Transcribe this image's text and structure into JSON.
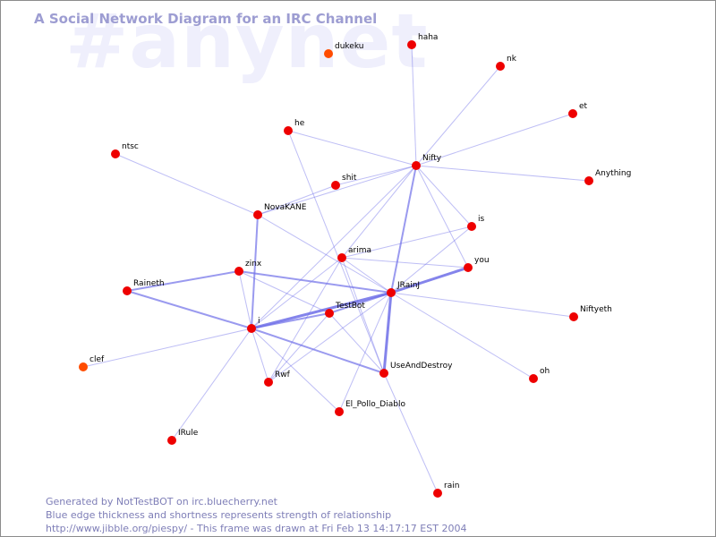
{
  "watermark": "#anynet",
  "title": "A Social Network Diagram for an IRC Channel",
  "footer": {
    "line1": "Generated by NotTestBOT on irc.bluecherry.net",
    "line2": "Blue edge thickness and shortness represents strength of relationship",
    "line3": "http://www.jibble.org/piespy/ - This frame was drawn at Fri Feb 13 14:17:17 EST 2004"
  },
  "colors": {
    "node": "#ee0000",
    "node_highlight": "#ff4c00",
    "edge": "#6f6fe8",
    "title": "#9d9dd2",
    "watermark": "#efeffc"
  },
  "nodes": [
    {
      "id": "dukeku",
      "label": "dukeku",
      "highlight": true
    },
    {
      "id": "haha",
      "label": "haha"
    },
    {
      "id": "nk",
      "label": "nk"
    },
    {
      "id": "et",
      "label": "et"
    },
    {
      "id": "he",
      "label": "he"
    },
    {
      "id": "ntsc",
      "label": "ntsc"
    },
    {
      "id": "nifty",
      "label": "Nifty"
    },
    {
      "id": "anything",
      "label": "Anything"
    },
    {
      "id": "shit",
      "label": "shit"
    },
    {
      "id": "novakane",
      "label": "NovaKANE"
    },
    {
      "id": "is",
      "label": "is"
    },
    {
      "id": "arima",
      "label": "arima"
    },
    {
      "id": "zinx",
      "label": "zinx"
    },
    {
      "id": "you",
      "label": "you"
    },
    {
      "id": "raineth",
      "label": "Raineth"
    },
    {
      "id": "jrainj",
      "label": "JRainJ"
    },
    {
      "id": "testbot",
      "label": "TestBot"
    },
    {
      "id": "i",
      "label": "i"
    },
    {
      "id": "niftyeth",
      "label": "Niftyeth"
    },
    {
      "id": "clef",
      "label": "clef",
      "highlight": true
    },
    {
      "id": "useanddestroy",
      "label": "UseAndDestroy"
    },
    {
      "id": "rwf",
      "label": "Rwf"
    },
    {
      "id": "oh",
      "label": "oh"
    },
    {
      "id": "el_pollo_diablo",
      "label": "El_Pollo_Diablo"
    },
    {
      "id": "irule",
      "label": "IRule"
    },
    {
      "id": "rain",
      "label": "rain"
    }
  ],
  "edges": [
    {
      "from": "nifty",
      "to": "haha",
      "strength": 1
    },
    {
      "from": "nifty",
      "to": "nk",
      "strength": 1
    },
    {
      "from": "nifty",
      "to": "et",
      "strength": 1
    },
    {
      "from": "nifty",
      "to": "he",
      "strength": 1
    },
    {
      "from": "nifty",
      "to": "anything",
      "strength": 1
    },
    {
      "from": "nifty",
      "to": "shit",
      "strength": 1
    },
    {
      "from": "nifty",
      "to": "novakane",
      "strength": 1
    },
    {
      "from": "nifty",
      "to": "is",
      "strength": 1
    },
    {
      "from": "nifty",
      "to": "you",
      "strength": 1
    },
    {
      "from": "nifty",
      "to": "arima",
      "strength": 1
    },
    {
      "from": "nifty",
      "to": "jrainj",
      "strength": 2
    },
    {
      "from": "nifty",
      "to": "i",
      "strength": 1
    },
    {
      "from": "ntsc",
      "to": "novakane",
      "strength": 1
    },
    {
      "from": "he",
      "to": "useanddestroy",
      "strength": 1
    },
    {
      "from": "shit",
      "to": "novakane",
      "strength": 1
    },
    {
      "from": "novakane",
      "to": "i",
      "strength": 2
    },
    {
      "from": "novakane",
      "to": "jrainj",
      "strength": 1
    },
    {
      "from": "arima",
      "to": "jrainj",
      "strength": 1
    },
    {
      "from": "arima",
      "to": "i",
      "strength": 1
    },
    {
      "from": "arima",
      "to": "is",
      "strength": 1
    },
    {
      "from": "arima",
      "to": "you",
      "strength": 1
    },
    {
      "from": "arima",
      "to": "useanddestroy",
      "strength": 1
    },
    {
      "from": "arima",
      "to": "rwf",
      "strength": 1
    },
    {
      "from": "jrainj",
      "to": "is",
      "strength": 1
    },
    {
      "from": "jrainj",
      "to": "you",
      "strength": 3
    },
    {
      "from": "jrainj",
      "to": "zinx",
      "strength": 2
    },
    {
      "from": "jrainj",
      "to": "i",
      "strength": 3
    },
    {
      "from": "jrainj",
      "to": "testbot",
      "strength": 2
    },
    {
      "from": "jrainj",
      "to": "useanddestroy",
      "strength": 3
    },
    {
      "from": "jrainj",
      "to": "niftyeth",
      "strength": 1
    },
    {
      "from": "jrainj",
      "to": "oh",
      "strength": 1
    },
    {
      "from": "jrainj",
      "to": "el_pollo_diablo",
      "strength": 1
    },
    {
      "from": "jrainj",
      "to": "rwf",
      "strength": 1
    },
    {
      "from": "zinx",
      "to": "raineth",
      "strength": 2
    },
    {
      "from": "zinx",
      "to": "i",
      "strength": 1
    },
    {
      "from": "zinx",
      "to": "testbot",
      "strength": 1
    },
    {
      "from": "raineth",
      "to": "i",
      "strength": 2
    },
    {
      "from": "i",
      "to": "testbot",
      "strength": 2
    },
    {
      "from": "i",
      "to": "clef",
      "strength": 1
    },
    {
      "from": "i",
      "to": "rwf",
      "strength": 1
    },
    {
      "from": "i",
      "to": "irule",
      "strength": 1
    },
    {
      "from": "i",
      "to": "useanddestroy",
      "strength": 2
    },
    {
      "from": "i",
      "to": "el_pollo_diablo",
      "strength": 1
    },
    {
      "from": "testbot",
      "to": "rwf",
      "strength": 1
    },
    {
      "from": "testbot",
      "to": "useanddestroy",
      "strength": 1
    },
    {
      "from": "useanddestroy",
      "to": "rain",
      "strength": 1
    }
  ]
}
